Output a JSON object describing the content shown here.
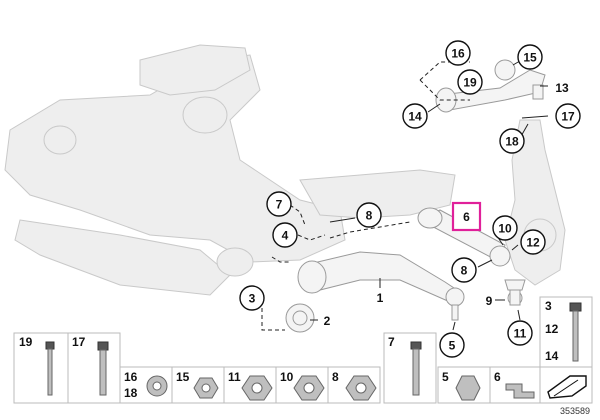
{
  "diagram": {
    "reference_number": "353589",
    "highlight_color": "#e0209a",
    "callouts": {
      "c16": "16",
      "c15": "15",
      "c19": "19",
      "c13": "13",
      "c14": "14",
      "c17": "17",
      "c18": "18",
      "c7": "7",
      "c4": "4",
      "c8": "8",
      "c6": "6",
      "c10": "10",
      "c12": "12",
      "c8b": "8",
      "c3": "3",
      "c1": "1",
      "c2": "2",
      "c9": "9",
      "c11": "11",
      "c5": "5"
    },
    "legend": {
      "l19": "19",
      "l17": "17",
      "l16": "16",
      "l18": "18",
      "l15": "15",
      "l11": "11",
      "l10": "10",
      "l8": "8",
      "l7": "7",
      "l5": "5",
      "l6": "6",
      "r3": "3",
      "r12": "12",
      "r14": "14"
    }
  }
}
